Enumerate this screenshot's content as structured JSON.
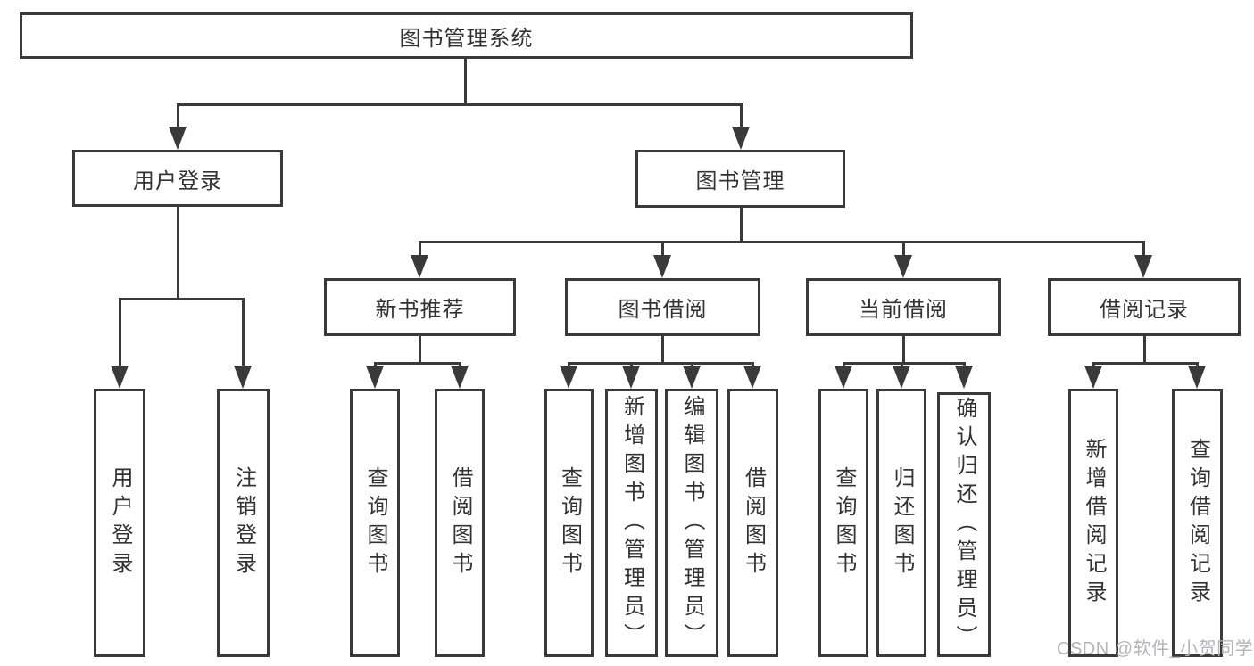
{
  "diagram": {
    "type": "tree-structure-chart",
    "tree": {
      "label": "图书管理系统",
      "children": [
        {
          "label": "用户登录",
          "children": [
            {
              "label": "用户登录"
            },
            {
              "label": "注销登录"
            }
          ]
        },
        {
          "label": "图书管理",
          "children": [
            {
              "label": "新书推荐",
              "children": [
                {
                  "label": "查询图书"
                },
                {
                  "label": "借阅图书"
                }
              ]
            },
            {
              "label": "图书借阅",
              "children": [
                {
                  "label": "查询图书"
                },
                {
                  "label": "新增图书（管理员）"
                },
                {
                  "label": "编辑图书（管理员）"
                },
                {
                  "label": "借阅图书"
                }
              ]
            },
            {
              "label": "当前借阅",
              "children": [
                {
                  "label": "查询图书"
                },
                {
                  "label": "归还图书"
                },
                {
                  "label": "确认归还（管理员）"
                }
              ]
            },
            {
              "label": "借阅记录",
              "children": [
                {
                  "label": "新增借阅记录"
                },
                {
                  "label": "查询借阅记录"
                }
              ]
            }
          ]
        }
      ]
    },
    "colors": {
      "line": "#3a3a3a",
      "text": "#333333",
      "box_background": "#ffffff",
      "page_background": "#ffffff",
      "watermark_text": "#b5b5b9"
    }
  },
  "watermark": {
    "text": "CSDN @软件_小贺同学"
  }
}
